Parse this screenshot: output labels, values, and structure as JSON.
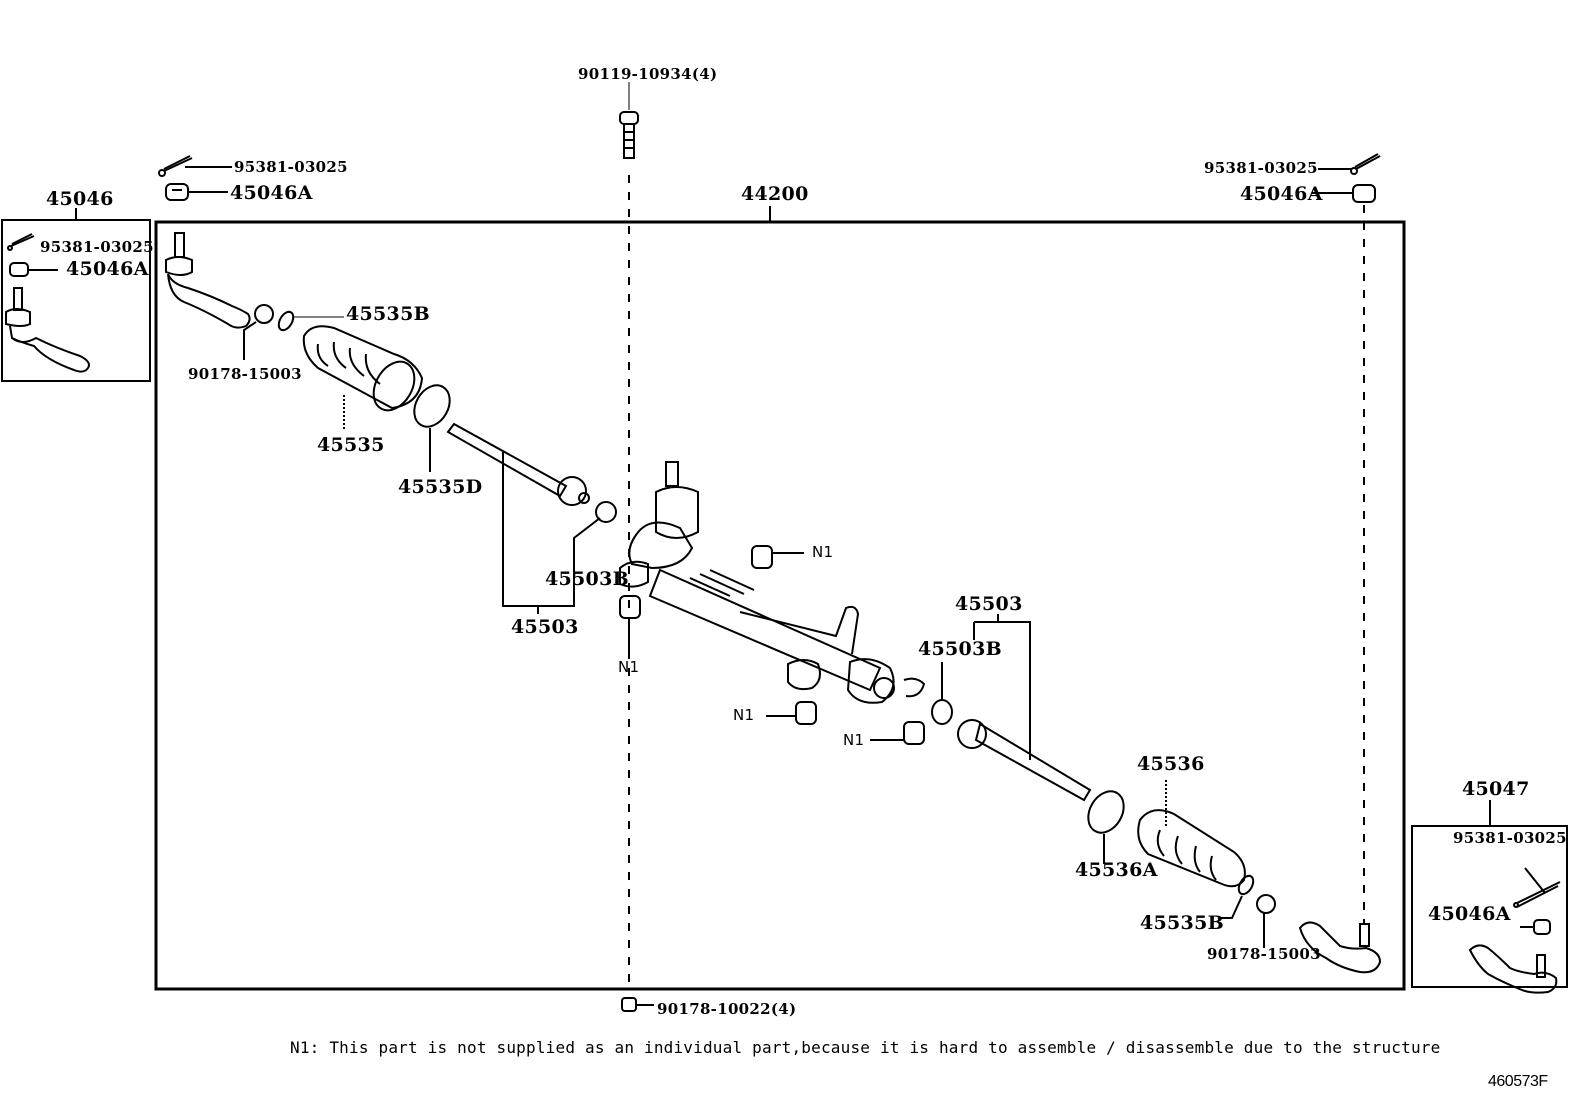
{
  "diagram": {
    "title": "Steering gear / rack assembly exploded view",
    "figure_code": "460573F",
    "footnote": "N1: This part is not supplied as an individual part,because it is hard to assemble / disassemble due to the structure",
    "assemblies": {
      "steering_gear_assy": "44200",
      "tie_rod_end_lh": "45046",
      "tie_rod_end_rh": "45047"
    },
    "labels": {
      "bolt_top": "90119-10934(4)",
      "nut_bottom": "90178-10022(4)",
      "cotter_pin_top_left": "95381-03025",
      "castle_nut_top_left": "45046A",
      "cotter_pin_top_right": "95381-03025",
      "castle_nut_top_right": "45046A",
      "lh_box_cotter_pin": "95381-03025",
      "lh_box_castle_nut": "45046A",
      "rh_box_cotter_pin": "95381-03025",
      "rh_box_castle_nut": "45046A",
      "left_clip": "45535B",
      "left_lock_nut": "90178-15003",
      "left_boot": "45535",
      "left_boot_clamp": "45535D",
      "left_rack_end_washer": "45503B",
      "left_rack_end": "45503",
      "right_rack_end": "45503",
      "right_rack_end_washer": "45503B",
      "right_boot": "45536",
      "right_boot_clamp": "45536A",
      "right_clip": "45535B",
      "right_lock_nut": "90178-15003",
      "n1_a": "N1",
      "n1_b": "N1",
      "n1_c": "N1",
      "n1_d": "N1"
    }
  }
}
